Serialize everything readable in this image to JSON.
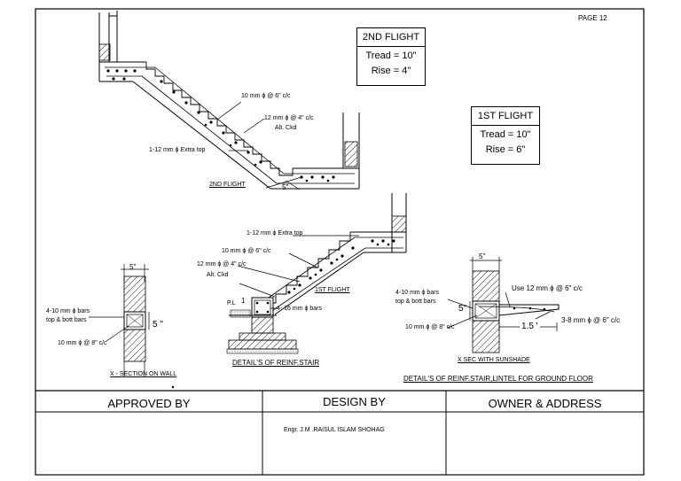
{
  "page_label": "PAGE 12",
  "flight2_box": {
    "title": "2ND FLIGHT",
    "tread": "Tread = 10\"",
    "rise": "Rise  = 4\""
  },
  "flight1_box": {
    "title": "1ST FLIGHT",
    "tread": "Tread = 10\"",
    "rise": "Rise  = 6\""
  },
  "upper_stair": {
    "label_10mm": "10 mm ϕ @ 6\" c/c",
    "label_12mm": "12 mm ϕ @ 4\" c/c",
    "label_altckd": "Alt. Ckd",
    "label_extra": "1-12 mm ϕ Extra top",
    "label_flight": "2ND FLIGHT",
    "label_thick": "5\""
  },
  "lower_stair": {
    "label_extra": "1-12 mm ϕ Extra top",
    "label_10mm": "10 mm ϕ @ 6\" c/c",
    "label_12mm": "12 mm ϕ @ 4\" c/c",
    "label_altckd": "Alt. Ckd",
    "label_flight": "1ST FLIGHT",
    "label_pl": "P.L",
    "label_one": "1",
    "label_16mm": "4- 16 mm ϕ bars",
    "caption": "DETAIL'S OF REINF.STAIR"
  },
  "wall_section": {
    "dim_top": "5\"",
    "label_bars": "4-10 mm ϕ bars",
    "label_topbott": "top & bott bars",
    "label_stirrup": "10 mm ϕ @ 8\" c/c",
    "dim_side": "5 \"",
    "caption": "X - SECTION ON WALL"
  },
  "sunshade_section": {
    "dim_top": "5\"",
    "label_bars": "4-10 mm ϕ bars",
    "label_topbott": "top & bott bars",
    "label_stirrup": "10 mm ϕ @ 8\" c/c",
    "label_use12": "Use 12 mm ϕ @ 6\" c/c",
    "label_3_8": "3-8 mm ϕ @ 6\" c/c",
    "dim_len": "1.5 '",
    "dim_side": "5\"",
    "caption": "X SEC WITH SUNSHADE"
  },
  "main_caption": "DETAIL'S OF REINF.STAIR,LINTEL FOR GROUND FLOOR",
  "title_block": {
    "approved_by": "APPROVED BY",
    "design_by": "DESIGN BY",
    "owner_address": "OWNER & ADDRESS",
    "designer_name": "Engr. J.M .RAISUL ISLAM SHOHAG"
  }
}
